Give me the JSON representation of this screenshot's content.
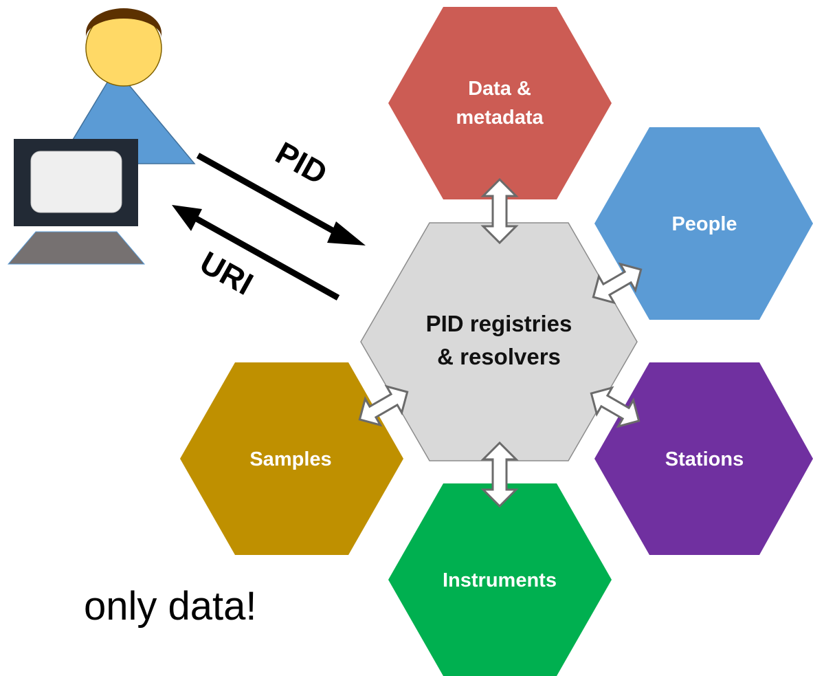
{
  "center": {
    "line1": "PID registries",
    "line2": "& resolvers",
    "color": "#d9d9d9"
  },
  "nodes": {
    "data_metadata": {
      "line1": "Data &",
      "line2": "metadata",
      "color": "#cc5c54"
    },
    "people": {
      "label": "People",
      "color": "#5b9bd5"
    },
    "stations": {
      "label": "Stations",
      "color": "#7030a0"
    },
    "instruments": {
      "label": "Instruments",
      "color": "#00b050"
    },
    "samples": {
      "label": "Samples",
      "color": "#bf9000"
    }
  },
  "arrows": {
    "pid_label": "PID",
    "uri_label": "URI"
  },
  "caption": "only data!",
  "user": {
    "icon": "person-icon",
    "computer_icon": "computer-icon"
  }
}
